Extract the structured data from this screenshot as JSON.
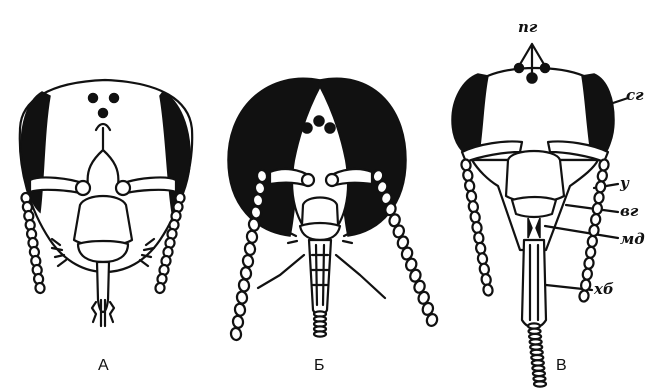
{
  "figure": {
    "panels": [
      {
        "id": "A",
        "label": "А"
      },
      {
        "id": "B",
        "label": "Б"
      },
      {
        "id": "V",
        "label": "В"
      }
    ],
    "annotations": {
      "ocelli": "пг",
      "compound_eye": "сг",
      "antenna": "у",
      "upper_lip": "вг",
      "mandible": "мд",
      "proboscis": "хб"
    }
  }
}
